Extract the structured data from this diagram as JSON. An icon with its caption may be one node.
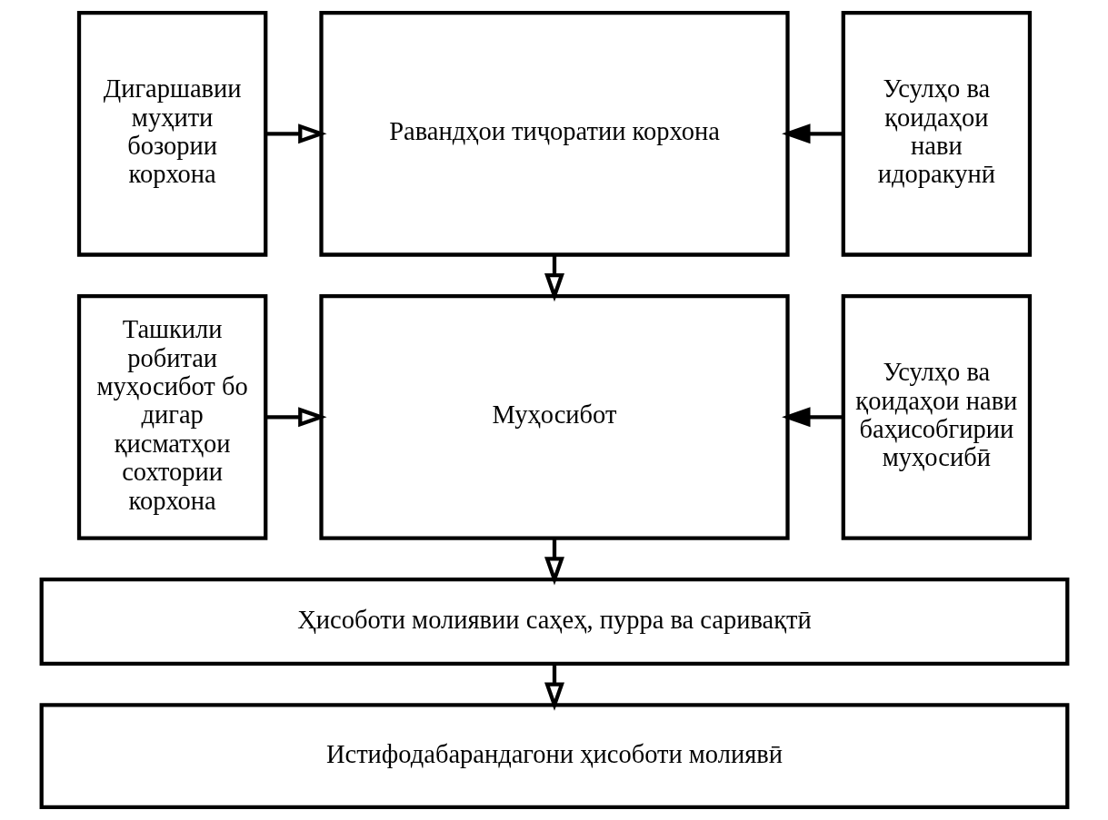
{
  "diagram": {
    "nodes": [
      {
        "text": [
          "Дигаршавии муҳити бозории корхона"
        ]
      },
      {
        "text": [
          "Равандҳои тиҷоратии корхона"
        ]
      },
      {
        "text": [
          "Усулҳо ва қоидаҳои нави идоракунӣ"
        ]
      },
      {
        "text": [
          "Ташкили робитаи муҳосибот бо дигар қисматҳои сохтории корхона"
        ]
      },
      {
        "text": [
          "Муҳосибот"
        ]
      },
      {
        "text": [
          "Усулҳо ва қоидаҳои нави баҳисобгирии муҳосибӣ"
        ]
      },
      {
        "text": [
          "Ҳисоботи молиявии саҳеҳ, пурра ва саривақтӣ"
        ]
      },
      {
        "text": [
          "Истифодабарандагони ҳисоботи молиявӣ"
        ]
      }
    ],
    "edges": [
      {
        "from": 0,
        "to": 1,
        "arrow": "to"
      },
      {
        "from": 2,
        "to": 1,
        "arrow": "to"
      },
      {
        "from": 1,
        "to": 4,
        "arrow": "to"
      },
      {
        "from": 3,
        "to": 4,
        "arrow": "to"
      },
      {
        "from": 5,
        "to": 4,
        "arrow": "to"
      },
      {
        "from": 4,
        "to": 6,
        "arrow": "to"
      },
      {
        "from": 6,
        "to": 7,
        "arrow": "to"
      }
    ]
  }
}
